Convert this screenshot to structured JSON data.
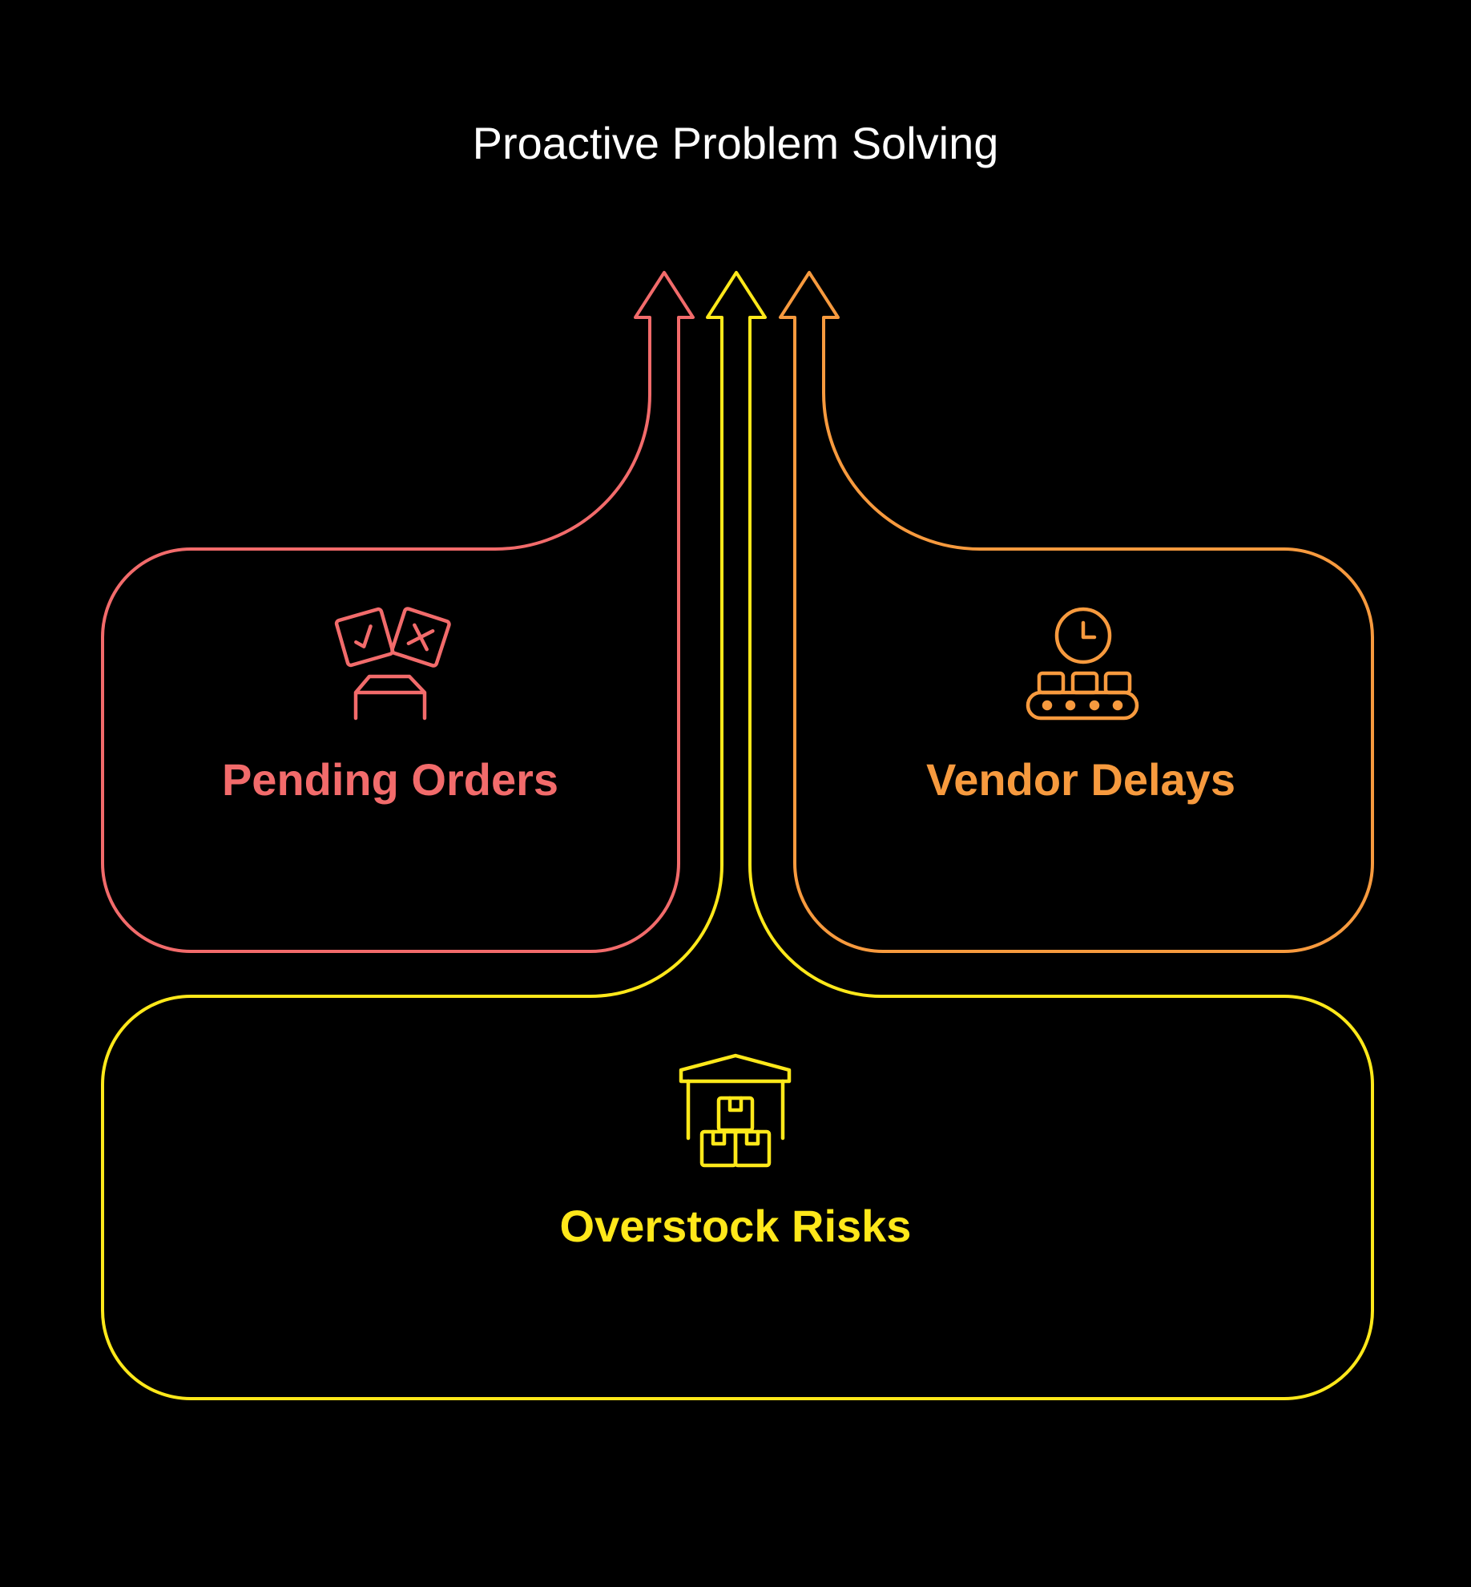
{
  "title": "Proactive Problem Solving",
  "colors": {
    "background": "#000000",
    "title": "#FFFFFF",
    "pending": "#F26B6B",
    "overstock": "#FFE81A",
    "vendor": "#F79A3E"
  },
  "boxes": [
    {
      "id": "pending",
      "label": "Pending Orders",
      "icon": "order-approval-icon"
    },
    {
      "id": "vendor",
      "label": "Vendor Delays",
      "icon": "conveyor-clock-icon"
    },
    {
      "id": "overstock",
      "label": "Overstock Risks",
      "icon": "warehouse-boxes-icon"
    }
  ]
}
